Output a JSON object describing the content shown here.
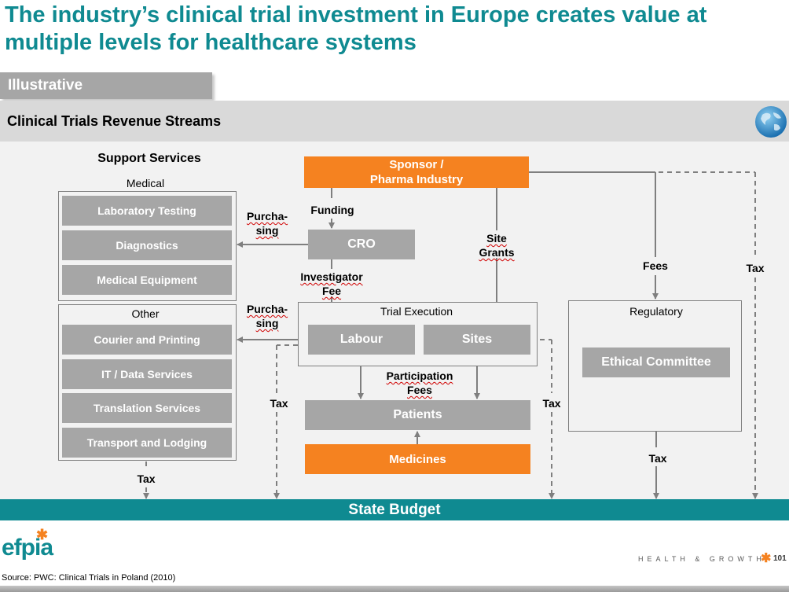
{
  "title": "The industry’s clinical trial investment in Europe creates value at multiple levels for healthcare systems",
  "tag": "Illustrative",
  "panel_title": "Clinical Trials Revenue Streams",
  "support": {
    "heading": "Support Services",
    "medical_label": "Medical",
    "medical_items": [
      "Laboratory  Testing",
      "Diagnostics",
      "Medical Equipment"
    ],
    "other_label": "Other",
    "other_items": [
      "Courier and Printing",
      "IT / Data Services",
      "Translation  Services",
      "Transport and Lodging"
    ]
  },
  "nodes": {
    "sponsor": "Sponsor /\nPharma Industry",
    "cro": "CRO",
    "trial_execution": "Trial Execution",
    "labour": "Labour",
    "sites": "Sites",
    "patients": "Patients",
    "medicines": "Medicines",
    "regulatory": "Regulatory",
    "ethical_committee": "Ethical Committee",
    "state_budget": "State Budget"
  },
  "flows": {
    "funding": "Funding",
    "purchasing_1": "Purcha-\nsing",
    "purchasing_2": "Purcha-\nsing",
    "investigator_fee": "Investigator\nFee",
    "site_grants": "Site\nGrants",
    "participation_fees": "Participation\nFees",
    "fees": "Fees",
    "tax_right": "Tax",
    "tax_left": "Tax",
    "tax_middle_left": "Tax",
    "tax_middle_right": "Tax",
    "tax_regulatory": "Tax"
  },
  "footer": {
    "logo": "efpia",
    "source": "Source: PWC: Clinical Trials in Poland (2010)",
    "tagline": "HEALTH & GROWTH",
    "page": "101"
  },
  "colors": {
    "teal": "#0f8a91",
    "orange": "#f58220",
    "gray_box": "#a6a6a6"
  },
  "icons": [
    "globe-icon",
    "asterisk-icon"
  ]
}
